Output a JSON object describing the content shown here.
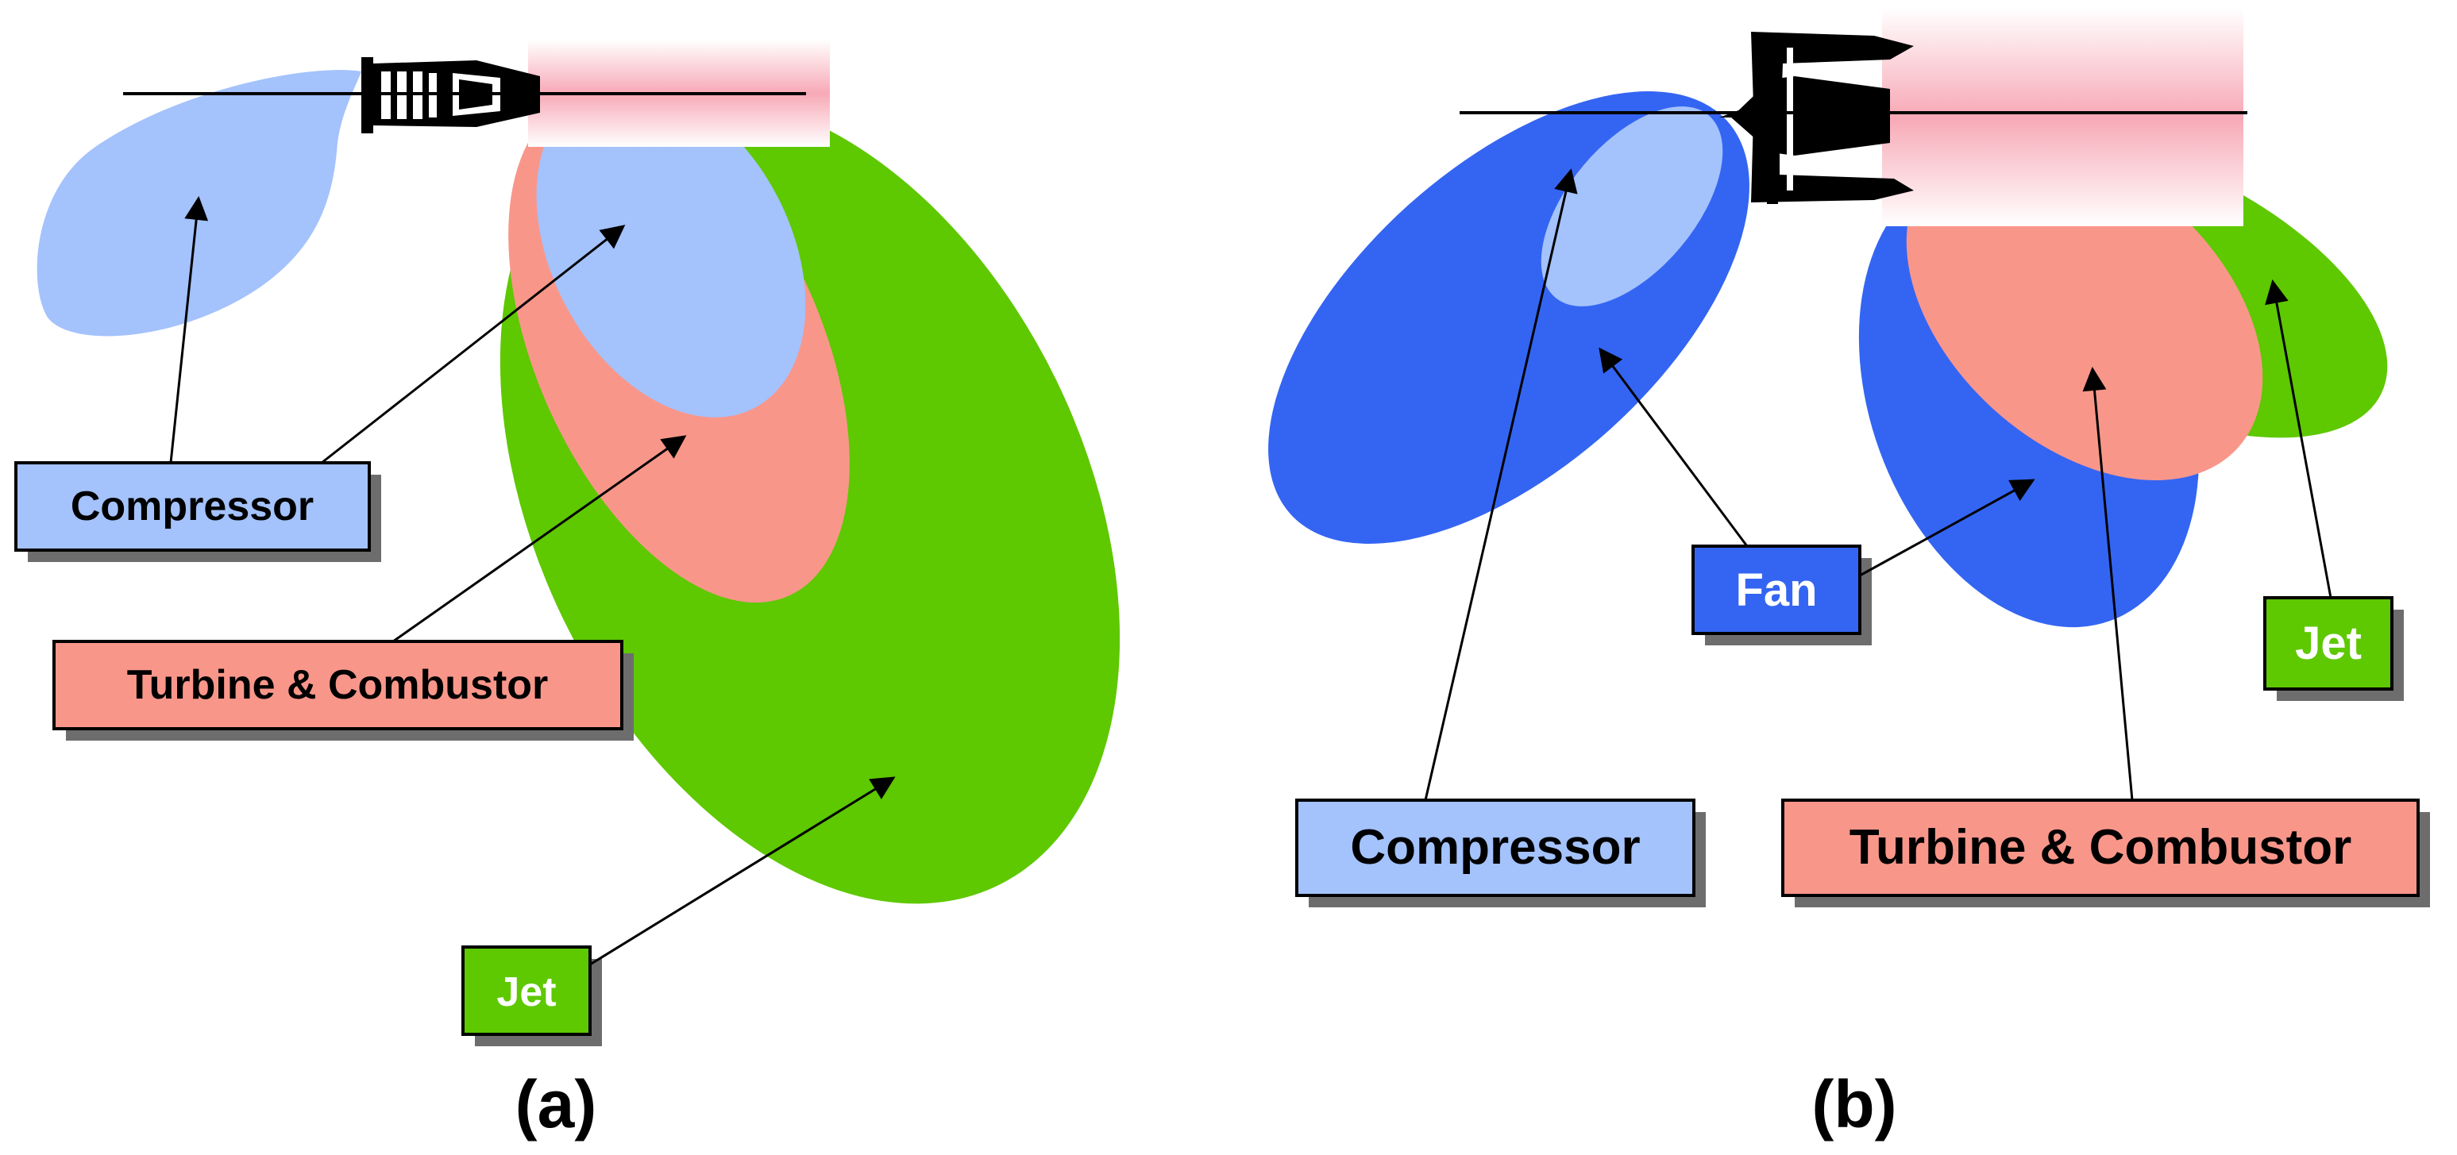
{
  "colors": {
    "compressor": "#a4c2fc",
    "turbine_combustor": "#f9968a",
    "jet": "#5ec800",
    "fan": "#3465f2",
    "plume": "#f7a9b6",
    "engine": "#000000",
    "shadow": "#6d6d6d"
  },
  "panel_a": {
    "caption": "(a)",
    "labels": {
      "compressor": "Compressor",
      "turbine_combustor": "Turbine & Combustor",
      "jet": "Jet"
    }
  },
  "panel_b": {
    "caption": "(b)",
    "labels": {
      "fan": "Fan",
      "jet": "Jet",
      "compressor": "Compressor",
      "turbine_combustor": "Turbine & Combustor"
    }
  }
}
